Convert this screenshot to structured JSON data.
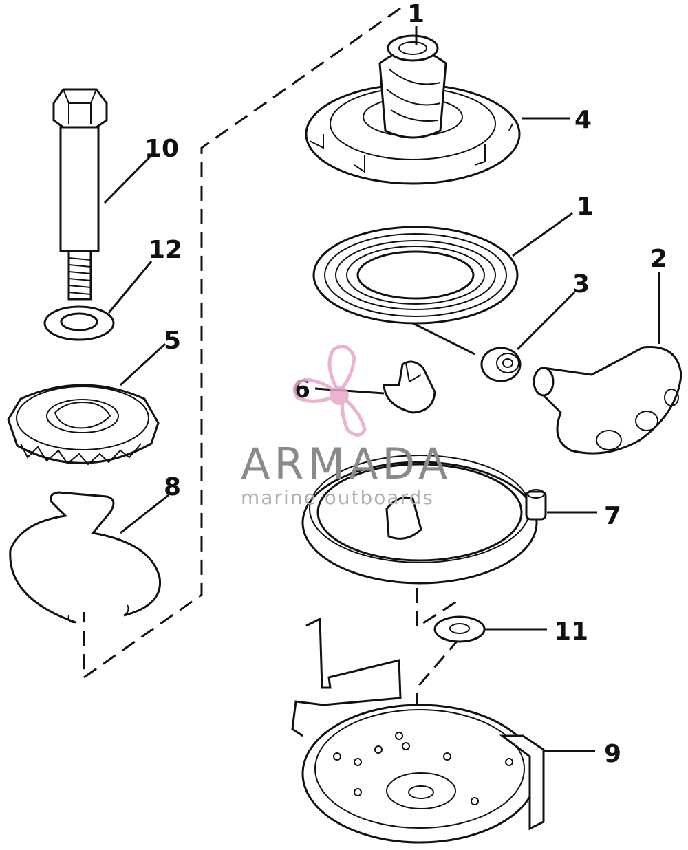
{
  "diagram": {
    "callouts": {
      "c1_top": "1",
      "c4": "4",
      "c1": "1",
      "c2": "2",
      "c3": "3",
      "c6": "6",
      "c10": "10",
      "c12": "12",
      "c5": "5",
      "c8": "8",
      "c7": "7",
      "c11": "11",
      "c9": "9"
    },
    "watermark": {
      "brand": "ARMADA",
      "tagline": "marine outboards",
      "logo_icon": "propeller-icon",
      "colors": {
        "logo": "#e7a6c8",
        "brand_text": "#8a8a8a",
        "tagline_text": "#b0b0b0"
      }
    }
  }
}
